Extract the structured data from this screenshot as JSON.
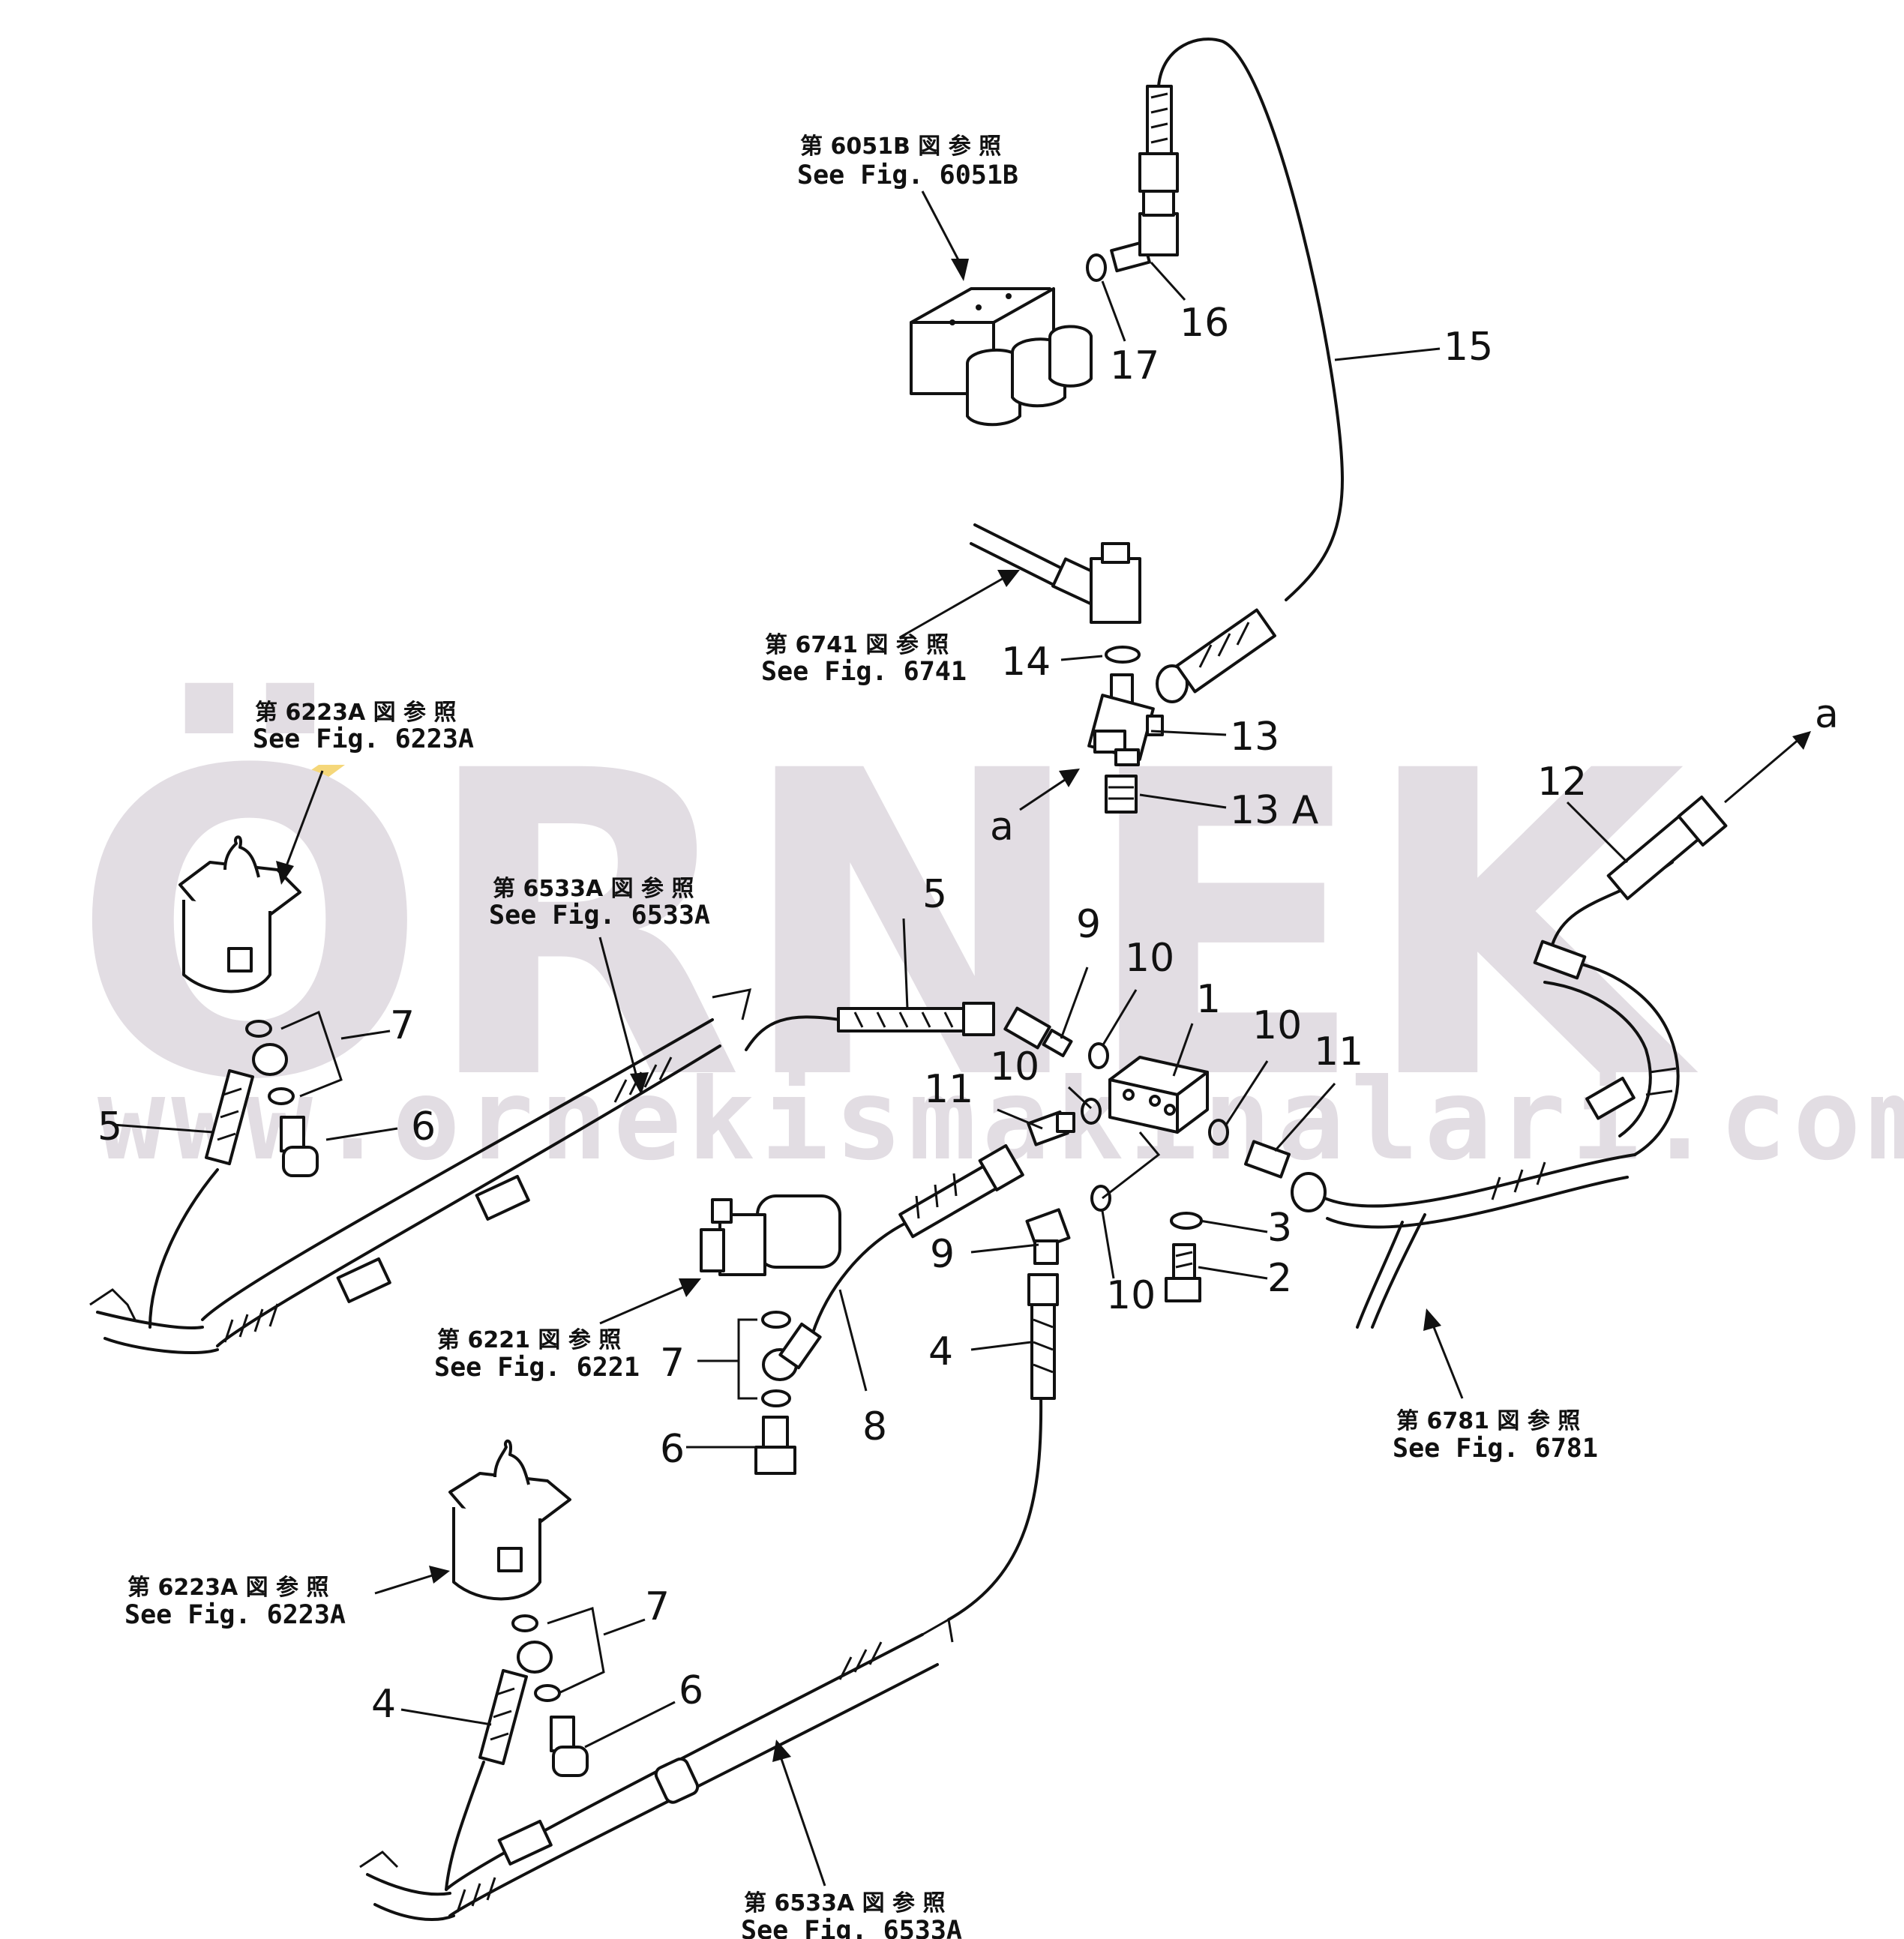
{
  "watermark": {
    "brand": "ÖRNEK",
    "url": "www.ornekismakinalari.com.tr",
    "accent_color": "#f5d77a",
    "text_color": "#e2dde3"
  },
  "references": [
    {
      "jp": "第 6051B 図 参 照",
      "en": "See Fig. 6051B"
    },
    {
      "jp": "第 6741 図 参 照",
      "en": "See Fig. 6741"
    },
    {
      "jp": "第 6223A 図 参 照",
      "en": "See Fig. 6223A"
    },
    {
      "jp": "第 6533A 図 参 照",
      "en": "See Fig. 6533A"
    },
    {
      "jp": "第 6221 図 参 照",
      "en": "See Fig. 6221"
    },
    {
      "jp": "第 6781 図 参 照",
      "en": "See Fig. 6781"
    },
    {
      "jp": "第 6223A 図 参 照",
      "en": "See Fig. 6223A"
    },
    {
      "jp": "第 6533A 図 参 照",
      "en": "See Fig. 6533A"
    }
  ],
  "callouts": [
    "17",
    "16",
    "15",
    "14",
    "13",
    "13 A",
    "a",
    "a",
    "12",
    "5",
    "9",
    "10",
    "1",
    "10",
    "11",
    "10",
    "11",
    "10",
    "3",
    "2",
    "9",
    "10",
    "4",
    "8",
    "7",
    "6",
    "5",
    "7",
    "6",
    "7",
    "4",
    "6"
  ]
}
